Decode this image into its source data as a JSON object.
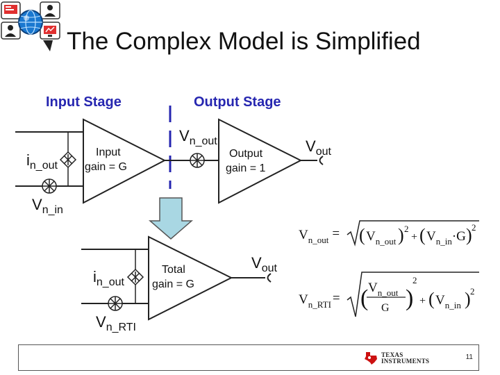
{
  "slide": {
    "title": "The Complex Model is Simplified",
    "page_number": "11"
  },
  "top_diagram": {
    "input_stage_label": "Input Stage",
    "output_stage_label": "Output Stage",
    "input_amp_line1": "Input",
    "input_amp_line2": "gain = G",
    "output_amp_line1": "Output",
    "output_amp_line2": "gain = 1",
    "current_source_label": "i",
    "current_source_sub": "n_out",
    "vn_in_label": "V",
    "vn_in_sub": "n_in",
    "vn_out_label": "V",
    "vn_out_sub": "n_out",
    "vout_label": "V",
    "vout_sub": "out"
  },
  "bottom_diagram": {
    "amp_line1": "Total",
    "amp_line2": "gain = G",
    "current_source_label": "i",
    "current_source_sub": "n_out",
    "vn_rti_label": "V",
    "vn_rti_sub": "n_RTI",
    "vout_label": "V",
    "vout_sub": "out"
  },
  "equations": {
    "eq1_lhs_v": "V",
    "eq1_lhs_sub": "n_out",
    "eq1_eq": "=",
    "eq1_term1_v": "V",
    "eq1_term1_sub": "n_out",
    "eq1_plus": "+",
    "eq1_term2_v": "V",
    "eq1_term2_sub": "n_in",
    "eq1_term2_mult": "·G",
    "exp": "2",
    "eq2_lhs_v": "V",
    "eq2_lhs_sub": "n_RTI",
    "eq2_eq": "=",
    "eq2_num_v": "V",
    "eq2_num_sub": "n_out",
    "eq2_den": "G",
    "eq2_plus": "+",
    "eq2_term2_v": "V",
    "eq2_term2_sub": "n_in"
  },
  "logo": {
    "company_line1": "TEXAS",
    "company_line2": "INSTRUMENTS"
  },
  "colors": {
    "stage_label": "#2626b0",
    "arrow_fill": "#a9d7e3",
    "arrow_stroke": "#555555"
  }
}
